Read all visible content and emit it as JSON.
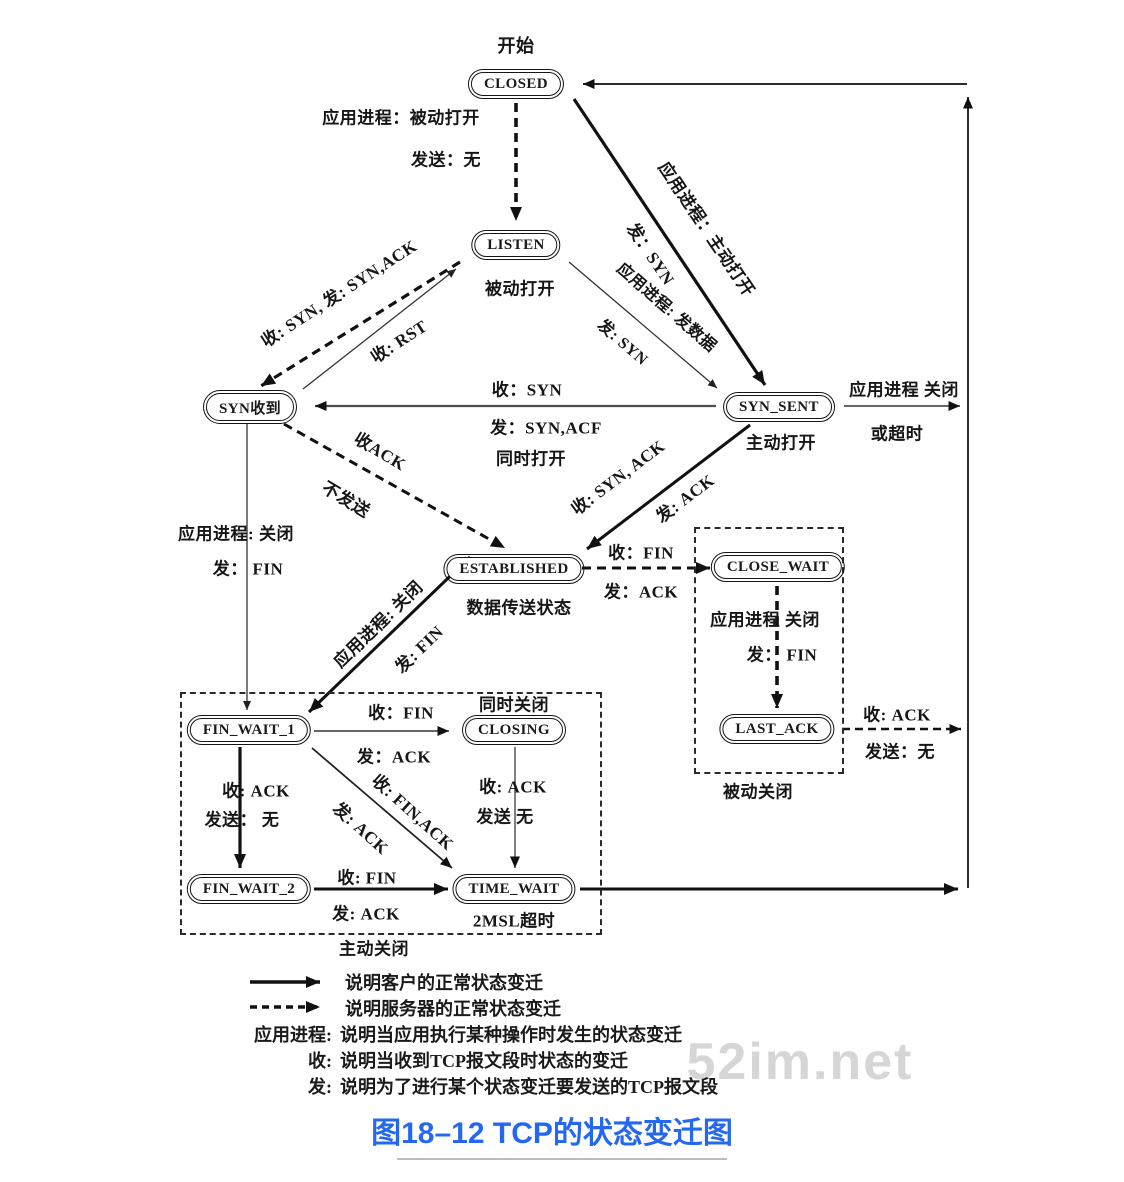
{
  "diagram_title": "开始",
  "nodes": {
    "closed": "CLOSED",
    "listen": "LISTEN",
    "syn_rcvd": "SYN收到",
    "syn_sent": "SYN_SENT",
    "established": "ESTABLISHED",
    "close_wait": "CLOSE_WAIT",
    "last_ack": "LAST_ACK",
    "fin_wait_1": "FIN_WAIT_1",
    "closing": "CLOSING",
    "fin_wait_2": "FIN_WAIT_2",
    "time_wait": "TIME_WAIT"
  },
  "node_subtitles": {
    "listen": "被动打开",
    "syn_sent": "主动打开",
    "established": "数据传送状态",
    "time_wait": "2MSL超时",
    "closing": "同时关闭"
  },
  "edge_labels": {
    "closed_listen_1": "应用进程：被动打开",
    "closed_listen_2": "发送：无",
    "closed_synsent_1": "应用进程：主动打开",
    "closed_synsent_2": "发：SYN",
    "listen_synrcvd": "收: SYN, 发: SYN,ACK",
    "synrcvd_listen": "收: RST",
    "listen_synsent_1": "应用进程: 发数据",
    "listen_synsent_2": "发: SYN",
    "synsent_synrcvd_1": "收：SYN",
    "synsent_synrcvd_2": "发：SYN,ACF",
    "synsent_synrcvd_3": "同时打开",
    "synrcvd_est_1": "收ACK",
    "synrcvd_est_2": "不发送",
    "synsent_est_1": "收: SYN, ACK",
    "synsent_est_2": "发: ACK",
    "synsent_closed_1": "应用进程 关闭",
    "synsent_closed_2": "或超时",
    "est_closewait_1": "收：FIN",
    "est_closewait_2": "发：ACK",
    "closewait_lastack_1": "应用进程 关闭",
    "closewait_lastack_2": "发：  FIN",
    "lastack_closed_1": "收: ACK",
    "lastack_closed_2": "发送：无",
    "synrcvd_finwait1_1": "应用进程: 关闭",
    "synrcvd_finwait1_2": "发：   FIN",
    "est_finwait1_1": "应用进程: 关闭",
    "est_finwait1_2": "发: FIN",
    "finwait1_closing_1": "收：FIN",
    "finwait1_closing_2": "发：ACK",
    "finwait1_finwait2_1": "收:  ACK",
    "finwait1_finwait2_2": "发送：  无",
    "finwait1_timewait_1": "收: FIN,ACK",
    "finwait1_timewait_2": "发: ACK",
    "closing_timewait_1": "收:  ACK",
    "closing_timewait_2": "发送  无",
    "finwait2_timewait_1": "收: FIN",
    "finwait2_timewait_2": "发: ACK"
  },
  "group_labels": {
    "passive_close": "被动关闭",
    "active_close": "主动关闭"
  },
  "legend": {
    "client_desc": "说明客户的正常状态变迁",
    "server_desc": "说明服务器的正常状态变迁",
    "app_key": "应用进程:",
    "app_desc": "说明当应用执行某种操作时发生的状态变迁",
    "recv_key": "收:",
    "recv_desc": "说明当收到TCP报文段时状态的变迁",
    "send_key": "发:",
    "send_desc": "说明为了进行某个状态变迁要发送的TCP报文段"
  },
  "watermark": "52im.net",
  "caption": "图18–12 TCP的状态变迁图",
  "colors": {
    "ink": "#1a1a1a",
    "caption_blue": "#2468f2",
    "watermark_gray": "#d6d6d6"
  }
}
